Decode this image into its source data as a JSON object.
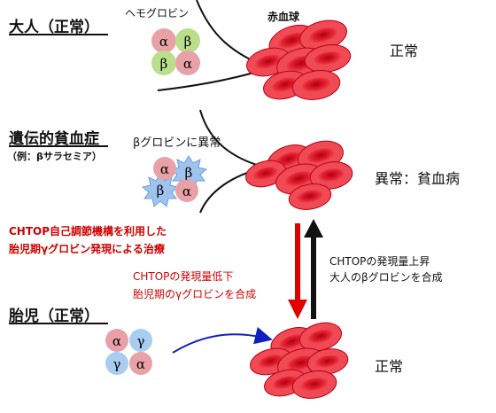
{
  "sections": {
    "adult": {
      "title": "大人（正常）",
      "status": "正常"
    },
    "thal": {
      "title": "遺伝的貧血症",
      "subtitle": "（例：βサラセミア）",
      "status": "異常：貧血病"
    },
    "fetal": {
      "title": "胎児（正常）",
      "status": "正常"
    }
  },
  "labels": {
    "hemoglobin": "ヘモグロビン",
    "rbc": "赤血球",
    "beta_abnormal": "βグロビンに異常"
  },
  "globins": {
    "adult": [
      "α",
      "β",
      "β",
      "α"
    ],
    "thal": [
      "α",
      "β",
      "β",
      "α"
    ],
    "fetal": [
      "α",
      "γ",
      "γ",
      "α"
    ]
  },
  "therapy": {
    "line1": "CHTOP自己調節機構を利用した",
    "line2": "胎児期γグロビン発現による治療"
  },
  "down_note": {
    "line1": "CHTOPの発現量低下",
    "line2": "胎児期のγグロビンを合成"
  },
  "up_note": {
    "line1": "CHTOPの発現量上昇",
    "line2": "大人のβグロビンを合成"
  },
  "colors": {
    "alpha": "#e9a1a8",
    "beta": "#b9de8c",
    "gamma": "#a9cdf0",
    "mutant_beta": "#9fc3ec",
    "rbc": "#e01828",
    "down_arrow": "#e00000",
    "up_arrow": "#111111",
    "fetal_arrow": "#1020c0",
    "therapy_text": "#d10000"
  }
}
